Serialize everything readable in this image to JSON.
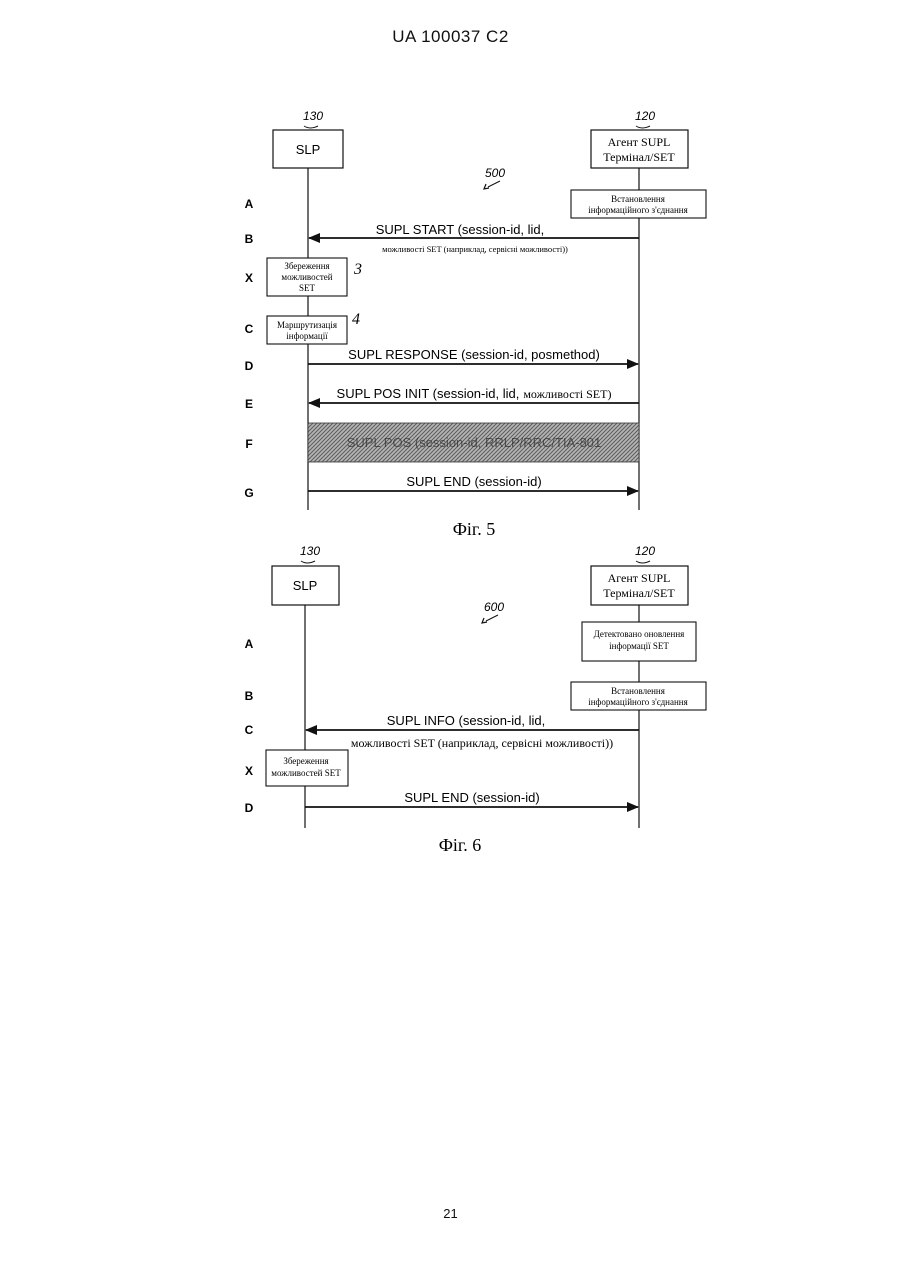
{
  "header": "UA   100037   C2",
  "page_number": "21",
  "fig5": {
    "caption": "Фіг. 5",
    "ref": "500",
    "left_ref": "130",
    "right_ref": "120",
    "left_entity": "SLP",
    "right_entity_line1": "Агент SUPL",
    "right_entity_line2": "Термінал/SET",
    "rows": [
      "A",
      "B",
      "X",
      "C",
      "D",
      "E",
      "F",
      "G"
    ],
    "box_a_line1": "Встановлення",
    "box_a_line2": "інформаційного з'єднання",
    "msg_b_bold": "SUPL START (session-id, lid,",
    "msg_b_small": "можливості SET (наприклад, сервісні можливості))",
    "box_x_line1": "Збереження",
    "box_x_line2": "можливостей",
    "box_x_line3": "SET",
    "annot_x": "3",
    "box_c_line1": "Маршрутизація",
    "box_c_line2": "інформації",
    "annot_c": "4",
    "msg_d": "SUPL RESPONSE (session-id, posmethod)",
    "msg_e_bold": "SUPL POS INIT (session-id, lid,",
    "msg_e_small": "можливості SET)",
    "msg_f": "SUPL POS (session-id, RRLP/RRC/TIA-801",
    "msg_g": "SUPL END (session-id)"
  },
  "fig6": {
    "caption": "Фіг. 6",
    "ref": "600",
    "left_ref": "130",
    "right_ref": "120",
    "left_entity": "SLP",
    "right_entity_line1": "Агент SUPL",
    "right_entity_line2": "Термінал/SET",
    "rows": [
      "A",
      "B",
      "C",
      "X",
      "D"
    ],
    "box_a_line1": "Детектовано оновлення",
    "box_a_line2": "інформації SET",
    "box_b_line1": "Встановлення",
    "box_b_line2": "інформаційного з'єднання",
    "msg_c_bold": "SUPL INFO (session-id, lid,",
    "msg_c_small": "можливості SET (наприклад, сервісні можливості))",
    "box_x_line1": "Збереження",
    "box_x_line2": "можливостей SET",
    "msg_d": "SUPL END (session-id)"
  }
}
